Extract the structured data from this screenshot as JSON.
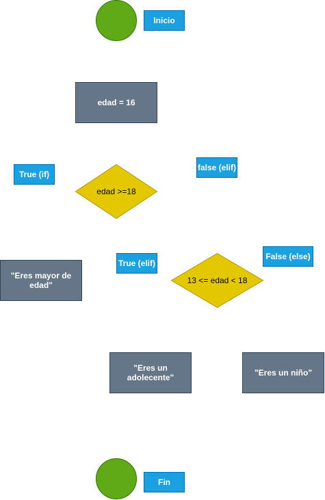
{
  "diagram": {
    "start_label": "Inicio",
    "end_label": "Fin",
    "assign_text": "edad = 16",
    "decision1_text": "edad >=18",
    "decision2_text": "13 <= edad < 18",
    "true_if_label": "True (if)",
    "false_elif_label": "false (elif)",
    "true_elif_label": "True (elif)",
    "false_else_label": "False (else)",
    "output_adult": "\"Eres mayor de edad\"",
    "output_teen": "\"Eres un adolecente\"",
    "output_child": "\"Eres un niño\""
  },
  "colors": {
    "terminal_fill": "#60a917",
    "terminal_stroke": "#2d7600",
    "label_fill": "#1ba1e2",
    "label_stroke": "#006eaf",
    "process_fill": "#647687",
    "process_stroke": "#314354",
    "decision_fill": "#e3c800",
    "decision_stroke": "#b09500"
  }
}
